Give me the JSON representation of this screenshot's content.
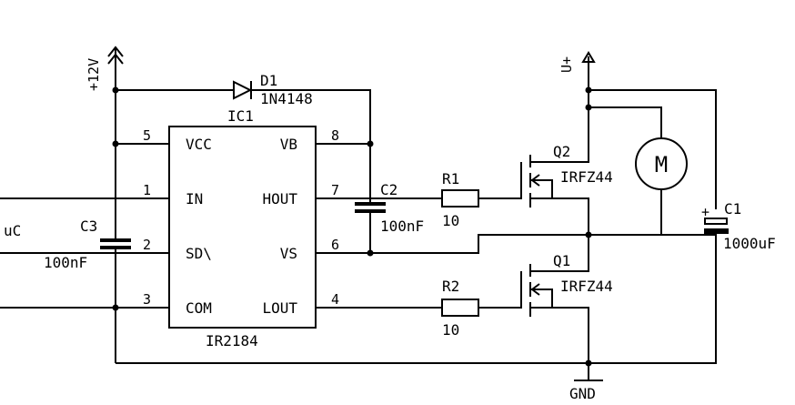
{
  "diagram": {
    "type": "schematic",
    "title": "",
    "power": {
      "vcc_label": "+12V",
      "motor_supply_label": "U+",
      "ground_label": "GND"
    },
    "input_label": "uC",
    "ic": {
      "ref": "IC1",
      "part": "IR2184",
      "pins": [
        {
          "num": "5",
          "name": "VCC",
          "side": "left"
        },
        {
          "num": "1",
          "name": "IN",
          "side": "left"
        },
        {
          "num": "2",
          "name": "SD\\",
          "side": "left"
        },
        {
          "num": "3",
          "name": "COM",
          "side": "left"
        },
        {
          "num": "8",
          "name": "VB",
          "side": "right"
        },
        {
          "num": "7",
          "name": "HOUT",
          "side": "right"
        },
        {
          "num": "6",
          "name": "VS",
          "side": "right"
        },
        {
          "num": "4",
          "name": "LOUT",
          "side": "right"
        }
      ]
    },
    "components": {
      "d1": {
        "ref": "D1",
        "value": "1N4148"
      },
      "c1": {
        "ref": "C1",
        "value": "1000uF",
        "polarity": "+"
      },
      "c2": {
        "ref": "C2",
        "value": "100nF"
      },
      "c3": {
        "ref": "C3",
        "value": "100nF"
      },
      "r1": {
        "ref": "R1",
        "value": "10"
      },
      "r2": {
        "ref": "R2",
        "value": "10"
      },
      "q1": {
        "ref": "Q1",
        "value": "IRFZ44"
      },
      "q2": {
        "ref": "Q2",
        "value": "IRFZ44"
      },
      "motor": {
        "symbol": "M"
      }
    }
  }
}
